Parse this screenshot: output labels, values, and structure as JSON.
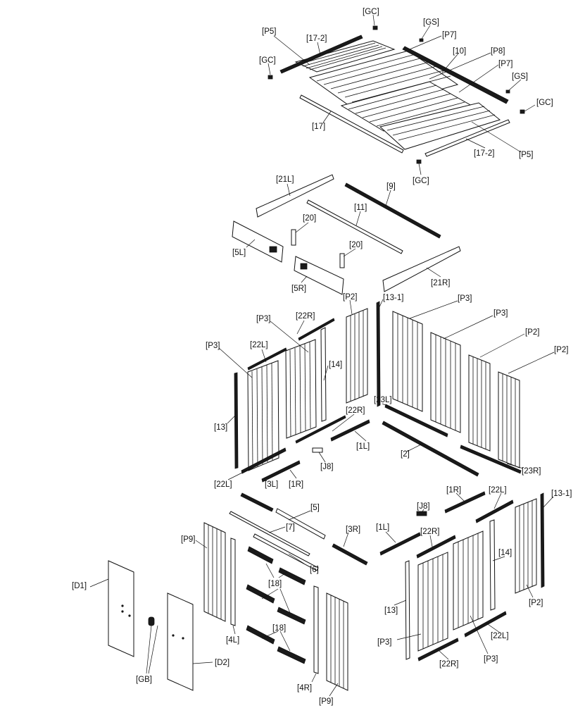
{
  "diagram": {
    "labels": {
      "roof_gc_top": "[GC]",
      "roof_gs_top": "[GS]",
      "roof_p5_left": "[P5]",
      "roof_17_2_top": "[17-2]",
      "roof_p7_top": "[P7]",
      "roof_gc_left": "[GC]",
      "roof_10": "[10]",
      "roof_p8": "[P8]",
      "roof_p7_right": "[P7]",
      "roof_gs_right": "[GS]",
      "roof_gc_right": "[GC]",
      "roof_17": "[17]",
      "roof_17_2_bottom": "[17-2]",
      "roof_p5_right": "[P5]",
      "roof_gc_bottom": "[GC]",
      "gable_21l": "[21L]",
      "gable_9": "[9]",
      "gable_11": "[11]",
      "gable_20_a": "[20]",
      "gable_5l": "[5L]",
      "gable_20_b": "[20]",
      "gable_5r": "[5R]",
      "gable_21r": "[21R]",
      "back_p2_a": "[P2]",
      "back_13_1": "[13-1]",
      "back_p3_a": "[P3]",
      "back_p3_b": "[P3]",
      "back_22r_top": "[22R]",
      "back_p3_c": "[P3]",
      "back_22l_top": "[22L]",
      "back_p3_d": "[P3]",
      "back_p2_b": "[P2]",
      "back_p2_c": "[P2]",
      "back_14": "[14]",
      "back_13": "[13]",
      "back_23l": "[23L]",
      "back_22r_mid": "[22R]",
      "back_1l": "[1L]",
      "back_2": "[2]",
      "back_j8": "[J8]",
      "back_22l_bottom": "[22L]",
      "back_3l": "[3L]",
      "back_1r": "[1R]",
      "back_23r": "[23R]",
      "front_5": "[5]",
      "front_7": "[7]",
      "front_6": "[6]",
      "front_3r": "[3R]",
      "front_p9_top": "[P9]",
      "front_18_a": "[18]",
      "front_18_b": "[18]",
      "front_4l": "[4L]",
      "front_4r": "[4R]",
      "front_p9_bottom": "[P9]",
      "front_d1": "[D1]",
      "front_d2": "[D2]",
      "front_gb": "[GB]",
      "right_1r": "[1R]",
      "right_22l_top": "[22L]",
      "right_13_1": "[13-1]",
      "right_j8": "[J8]",
      "right_1l": "[1L]",
      "right_22r_top": "[22R]",
      "right_14": "[14]",
      "right_13": "[13]",
      "right_p2": "[P2]",
      "right_22l_bottom": "[22L]",
      "right_p3_a": "[P3]",
      "right_p3_b": "[P3]",
      "right_22r_bottom": "[22R]"
    }
  }
}
